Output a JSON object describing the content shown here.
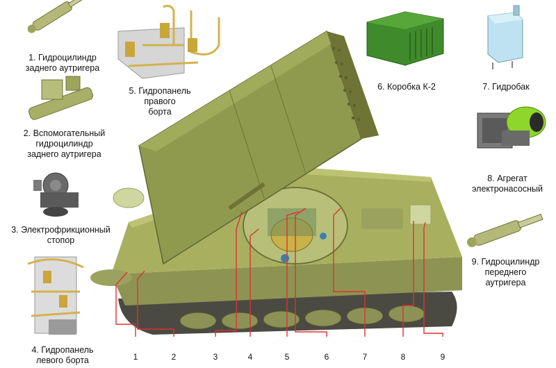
{
  "components": [
    {
      "id": 1,
      "label": "1. Гидроцилиндр\nзаднего аутригера",
      "icon": "hydraulic-cylinder-icon"
    },
    {
      "id": 2,
      "label": "2. Вспомогательный\nгидроцилиндр\nзаднего аутригера",
      "icon": "aux-cylinder-icon"
    },
    {
      "id": 3,
      "label": "3. Электрофрикционный\nстопор",
      "icon": "friction-brake-icon"
    },
    {
      "id": 4,
      "label": "4. Гидропанель\nлевого борта",
      "icon": "hydraulic-panel-icon"
    },
    {
      "id": 5,
      "label": "5. Гидропанель\nправого\nборта",
      "icon": "hydraulic-panel-icon"
    },
    {
      "id": 6,
      "label": "6. Коробка К-2",
      "icon": "box-icon"
    },
    {
      "id": 7,
      "label": "7. Гидробак",
      "icon": "tank-icon"
    },
    {
      "id": 8,
      "label": "8. Агрегат\nэлектронасосный",
      "icon": "pump-unit-icon"
    },
    {
      "id": 9,
      "label": "9. Гидроцилиндр\nпереднего\nаутригера",
      "icon": "hydraulic-cylinder-icon"
    }
  ],
  "callout_numbers": [
    "1",
    "2",
    "3",
    "4",
    "5",
    "6",
    "7",
    "8",
    "9"
  ],
  "colors": {
    "leader_line": "#e03030",
    "vehicle_body": "#a8b060",
    "vehicle_dark": "#6e7436",
    "launcher": "#8f9a4e",
    "track": "#4a4a42",
    "brass": "#d4b24c",
    "green_box": "#3f8a2a",
    "pump_green": "#8fd62a",
    "tank_blue": "#bfe2f0"
  }
}
